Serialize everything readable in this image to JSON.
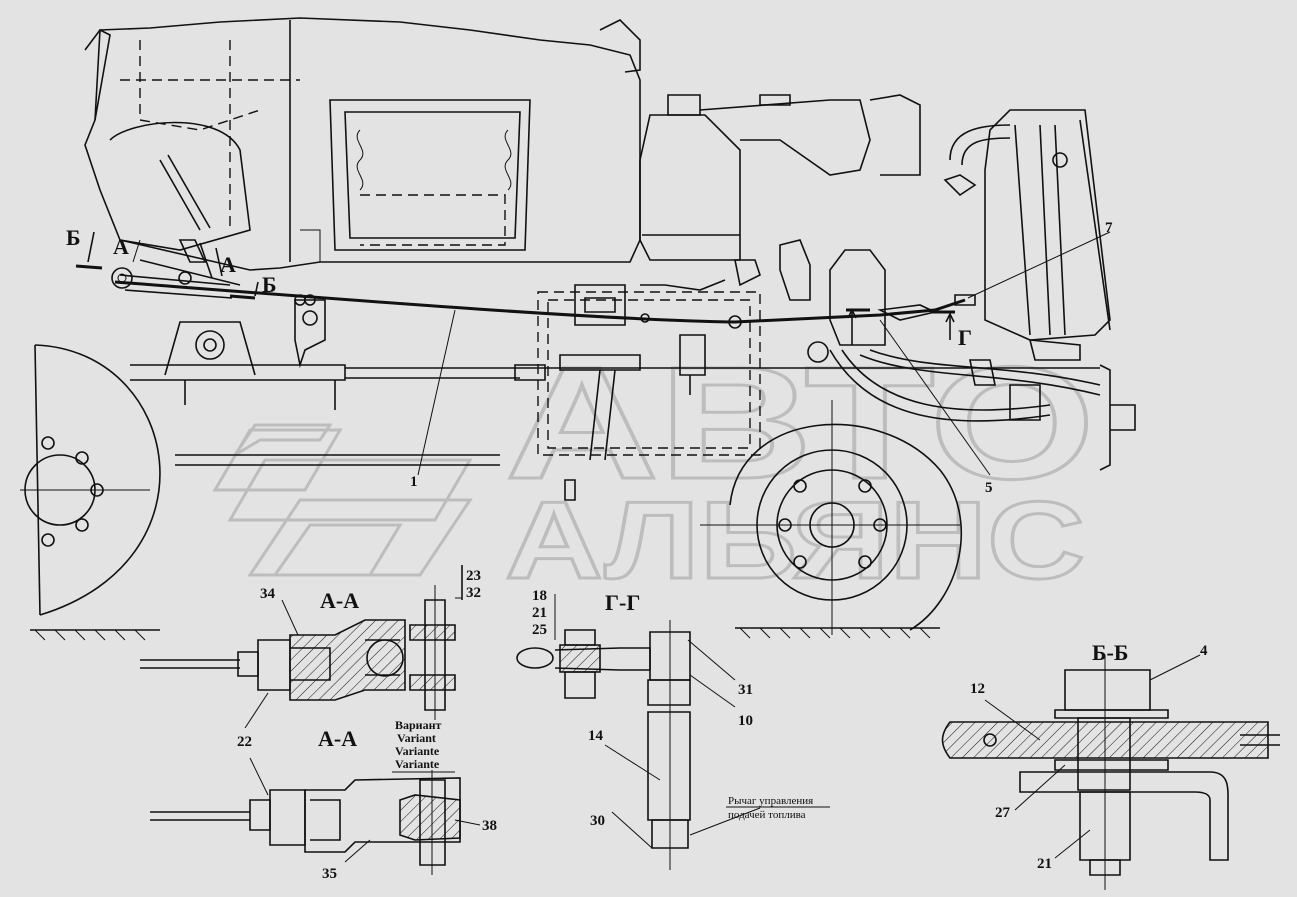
{
  "watermark": {
    "line1": "АВТО",
    "line2": "АЛЬЯНС"
  },
  "section_marks": {
    "b_left": "Б",
    "a_left": "А",
    "a_right": "А",
    "b_right": "Б",
    "g": "Г"
  },
  "callouts": {
    "c1": "1",
    "c5": "5",
    "c7": "7",
    "c34": "34",
    "c22": "22",
    "c35": "35",
    "c38": "38",
    "c23": "23",
    "c32": "32",
    "c18": "18",
    "c21a": "21",
    "c25": "25",
    "c31": "31",
    "c10": "10",
    "c14": "14",
    "c30": "30",
    "c4": "4",
    "c12": "12",
    "c27": "27",
    "c21b": "21"
  },
  "section_titles": {
    "aa_top": "А-А",
    "aa_bottom": "А-А",
    "gg": "Г-Г",
    "bb": "Б-Б"
  },
  "variant_note": [
    "Вариант",
    "Variant",
    "Variante",
    "Variante"
  ],
  "lever_note": [
    "Рычаг управления",
    "подачей топлива"
  ]
}
